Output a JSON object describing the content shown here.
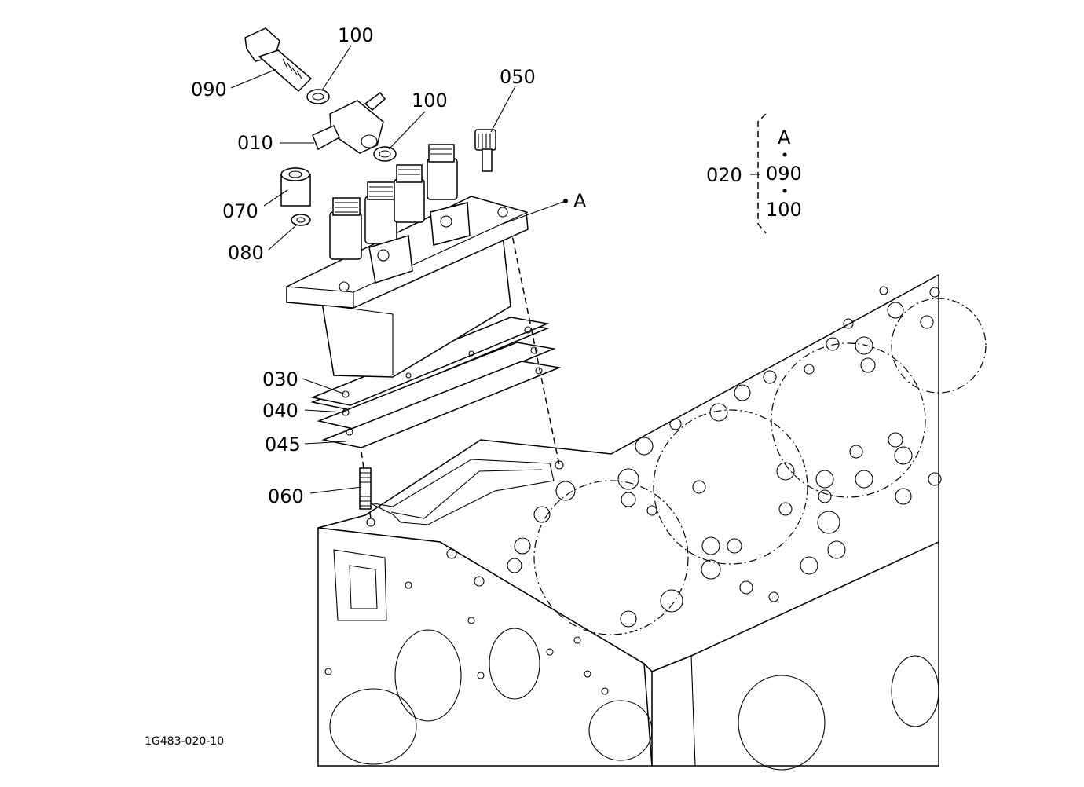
{
  "callouts": {
    "p090": "090",
    "p100_top": "100",
    "p010": "010",
    "p100_mid": "100",
    "p050": "050",
    "p070": "070",
    "p080": "080",
    "ref_a": "A",
    "p030": "030",
    "p040": "040",
    "p045": "045",
    "p060": "060"
  },
  "kit": {
    "number": "020",
    "items": [
      "A",
      "090",
      "100"
    ]
  },
  "drawing_code": "1G483-020-10"
}
